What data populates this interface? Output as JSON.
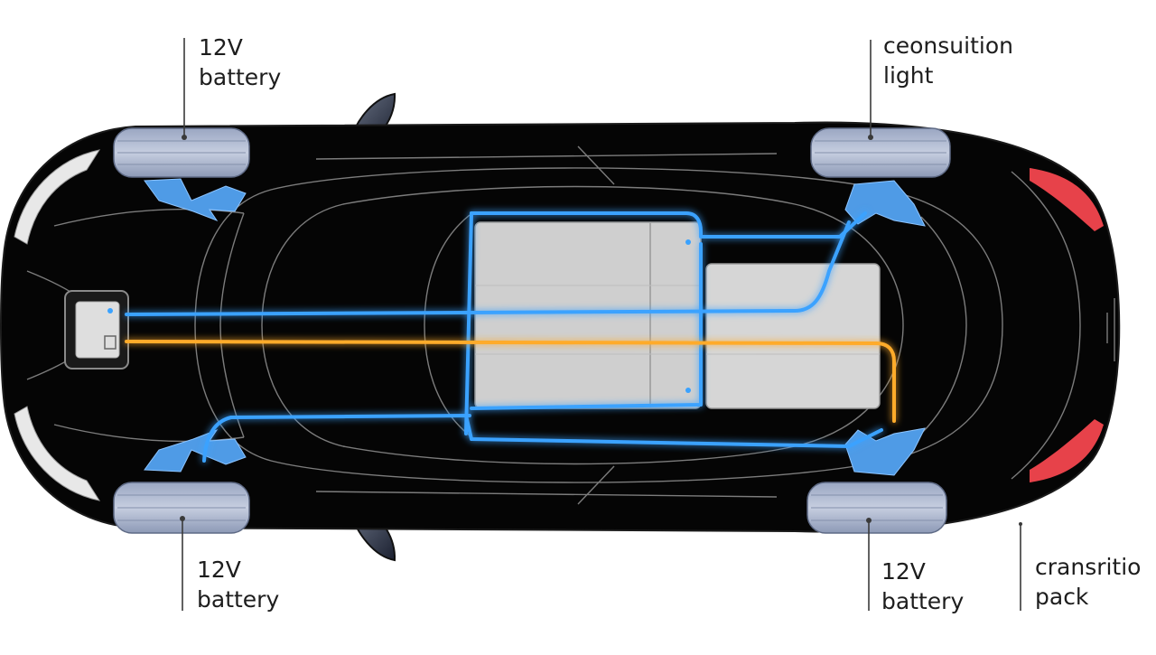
{
  "labels": {
    "top_left": {
      "line1": "12V",
      "line2": "battery"
    },
    "top_right": {
      "line1": "ceonsuition",
      "line2": "light"
    },
    "bottom_left": {
      "line1": "12V",
      "line2": "battery"
    },
    "bottom_middle": {
      "line1": "12V",
      "line2": "battery"
    },
    "bottom_right": {
      "line1": "cransritio",
      "line2": "pack"
    }
  },
  "colors": {
    "background": "#ffffff",
    "car_body": "#050505",
    "body_outline": "#7c7c7c",
    "wheel": "#b9c3d8",
    "battery_block": "#cfcfcf",
    "low_voltage_wire": "#3aa2ff",
    "high_voltage_wire": "#ffab2c",
    "tail_light": "#e7424a",
    "mount_bracket": "#4f9be6"
  }
}
